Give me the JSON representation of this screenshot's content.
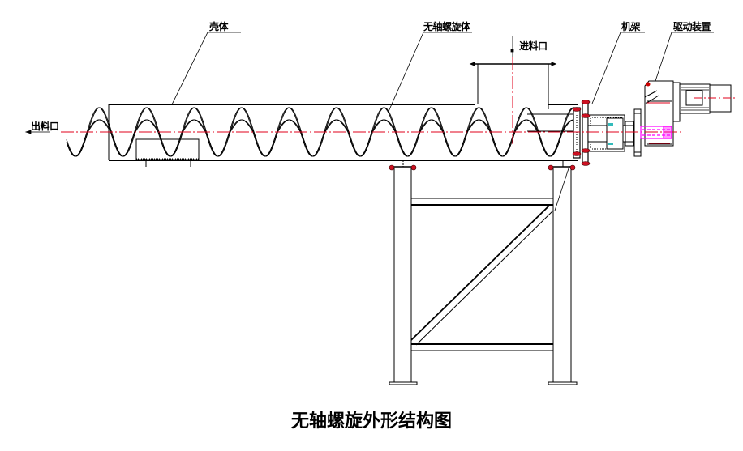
{
  "diagram": {
    "title": "无轴螺旋外形结构图",
    "labels": {
      "housing": "壳体",
      "shaftless_screw": "无轴螺旋体",
      "frame": "机架",
      "drive_unit": "驱动装置",
      "inlet": "进料口",
      "outlet": "出料口"
    },
    "colors": {
      "line": "#000000",
      "centerline": "#e0001b",
      "bolt": "#cc1122",
      "coupling": "#ff00ff",
      "bearing": "#33bbbb",
      "background": "#ffffff"
    },
    "screw_turns_visible": 11
  }
}
